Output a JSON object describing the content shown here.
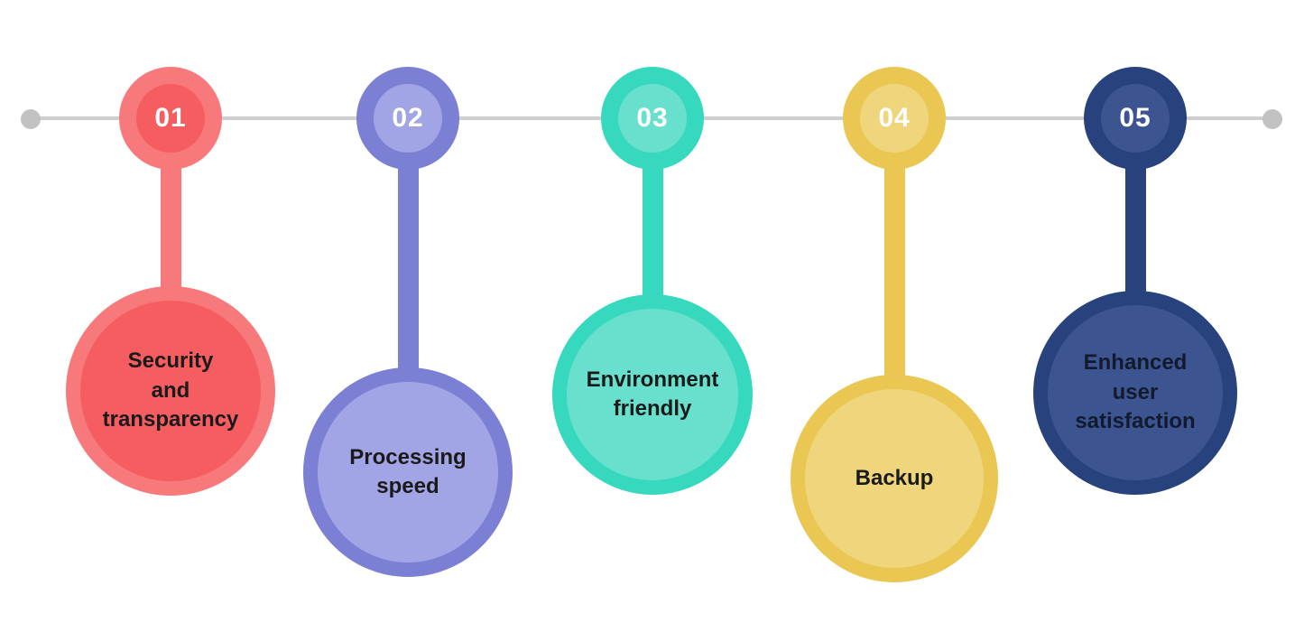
{
  "background": "#ffffff",
  "timeline": {
    "line_color": "#cfcfcf",
    "end_dot_color": "#c2c2c2"
  },
  "items": [
    {
      "number": "01",
      "label": "Security\nand\ntransparency",
      "colors": {
        "outer": "#f8797b",
        "inner": "#f65d61",
        "number_text": "#ffffff",
        "label_text": "#1a1a1a"
      }
    },
    {
      "number": "02",
      "label": "Processing\nspeed",
      "colors": {
        "outer": "#7b80d5",
        "inner": "#a2a5e5",
        "number_text": "#ffffff",
        "label_text": "#1a1a1a"
      }
    },
    {
      "number": "03",
      "label": "Environment\nfriendly",
      "colors": {
        "outer": "#36d9be",
        "inner": "#68e0cd",
        "number_text": "#ffffff",
        "label_text": "#1a1a1a"
      }
    },
    {
      "number": "04",
      "label": "Backup",
      "colors": {
        "outer": "#eac653",
        "inner": "#efd57c",
        "number_text": "#ffffff",
        "label_text": "#1a1a1a"
      }
    },
    {
      "number": "05",
      "label": "Enhanced\nuser\nsatisfaction",
      "colors": {
        "outer": "#28427e",
        "inner": "#3c5591",
        "number_text": "#ffffff",
        "label_text": "#121a2e"
      }
    }
  ]
}
